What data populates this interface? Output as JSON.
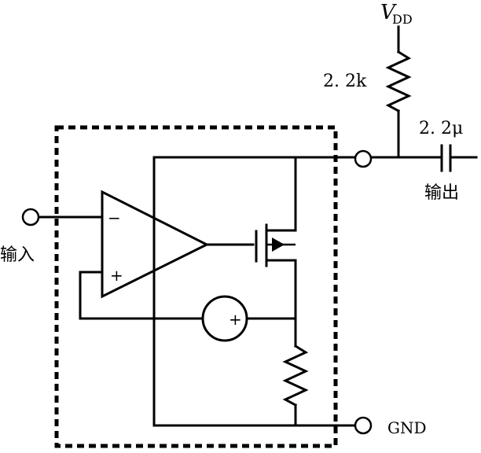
{
  "labels": {
    "vdd_main": "V",
    "vdd_sub": "DD",
    "resistor_value": "2. 2k",
    "capacitor_value": "2. 2μ",
    "output": "输出",
    "input": "输入",
    "ground": "GND",
    "opamp_minus": "−",
    "opamp_plus": "+",
    "source_plus": "+"
  }
}
